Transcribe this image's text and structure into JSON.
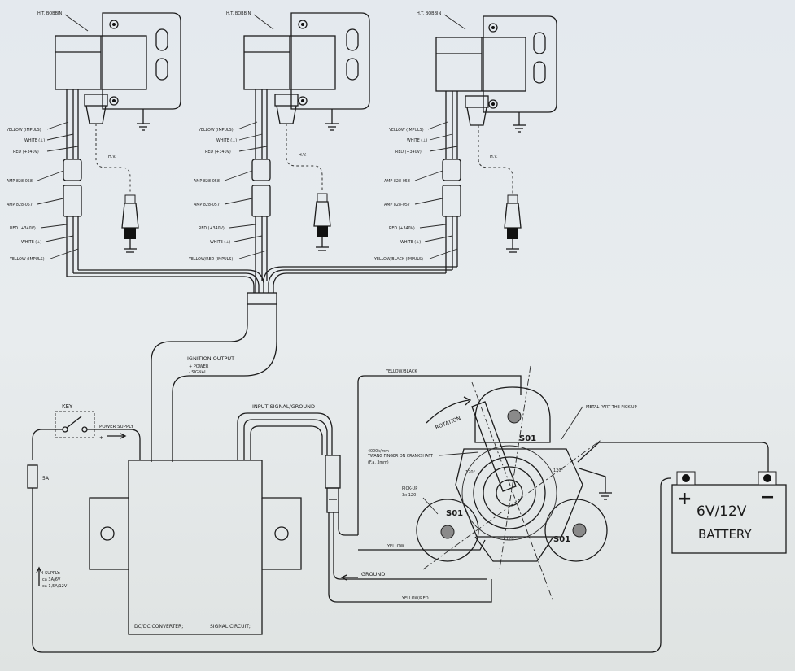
{
  "coils": [
    {
      "title": "H.T. BOBBIN",
      "w1": "YELLOW (IMPULS)",
      "w2": "WHITE (⊥)",
      "w3": "RED (+340V)",
      "amp1": "AMP 828-058",
      "amp2": "AMP 828-057",
      "w4": "RED (+340V)",
      "w5": "WHITE (⊥)",
      "w6": "YELLOW (IMPULS)",
      "hv": "H.V."
    },
    {
      "title": "H.T. BOBBIN",
      "w1": "YELLOW (IMPULS)",
      "w2": "WHITE (⊥)",
      "w3": "RED (+340V)",
      "amp1": "AMP 828-058",
      "amp2": "AMP 828-057",
      "w4": "RED (+340V)",
      "w5": "WHITE (⊥)",
      "w6": "YELLOW/RED (IMPULS)",
      "hv": "H.V."
    },
    {
      "title": "H.T. BOBBIN",
      "w1": "YELLOW (IMPULS)",
      "w2": "WHITE (⊥)",
      "w3": "RED (+340V)",
      "amp1": "AMP 828-058",
      "amp2": "AMP 828-057",
      "w4": "RED (+340V)",
      "w5": "WHITE (⊥)",
      "w6": "YELLOW/BLACK (IMPULS)",
      "hv": "H.V."
    }
  ],
  "ignition_output": {
    "title": "IGNITION OUTPUT",
    "l1": "+ POWER",
    "l2": "- SIGNAL"
  },
  "key_label": "KEY",
  "power_supply": "POWER SUPPLY",
  "fuse": "5A",
  "supply_note": {
    "l1": "I SUPPLY:",
    "l2": "ca 3A/6V",
    "l3": "ca 1,5A/12V"
  },
  "converter": {
    "left": "DC/DC CONVERTER;",
    "right": "SIGNAL CIRCUIT;"
  },
  "input_signal": "INPUT SIGNAL/GROUND",
  "wires": {
    "yellow_black": "YELLOW/BLACK",
    "yellow": "YELLOW",
    "ground": "GROUND",
    "yellow_red": "YELLOW/RED"
  },
  "rotor": {
    "rotation": "ROTATION",
    "magnet_note_1": "4000k/mm",
    "magnet_note_2": "TWANG FINGER ON CRANKSHAFT",
    "magnet_note_3": "(F.a. 3mm)",
    "pickup_1": "PICK-UP",
    "pickup_2": "3x 120",
    "metal_part": "METAL PART THE PICK-UP",
    "sensor": "S01",
    "angles": [
      "120°",
      "120°",
      "120°"
    ]
  },
  "battery": {
    "voltage": "6V/12V",
    "label": "BATTERY",
    "plus": "+",
    "minus": "−"
  }
}
